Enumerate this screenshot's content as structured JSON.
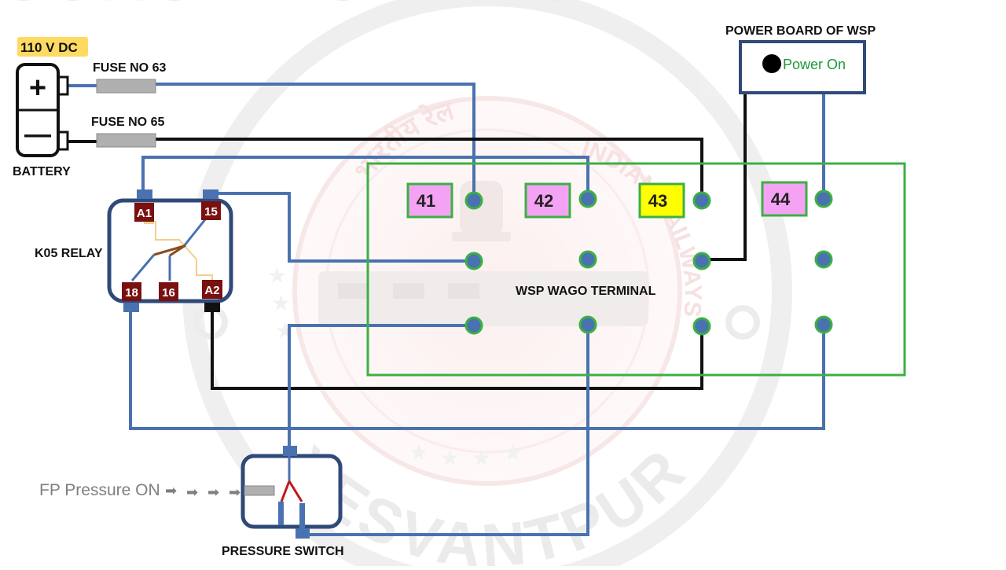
{
  "watermark": {
    "top_text": "COACHING DEPOT",
    "bottom_text": "YESVANTPUR",
    "inner_hindi": "भारतीय रेल",
    "inner_english": "INDIAN RAILWAYS"
  },
  "battery": {
    "voltage": "110 V DC",
    "label": "BATTERY",
    "plus_symbol": "+",
    "minus_symbol": "—"
  },
  "fuses": [
    {
      "label": "FUSE NO 63"
    },
    {
      "label": "FUSE NO 65"
    }
  ],
  "power_board": {
    "title": "POWER BOARD OF WSP",
    "status": "Power On"
  },
  "relay": {
    "label": "K05 RELAY",
    "pins": [
      "A1",
      "15",
      "18",
      "16",
      "A2"
    ]
  },
  "wago": {
    "label": "WSP WAGO TERMINAL",
    "terminals": [
      "41",
      "42",
      "43",
      "44"
    ]
  },
  "pressure_switch": {
    "label": "PRESSURE SWITCH",
    "input": "FP Pressure ON"
  },
  "colors": {
    "wire_blue": "#4a72b0",
    "wire_black": "#111111",
    "terminal_green": "#3cb043",
    "terminal_box_pink": "#f4a3f4",
    "terminal_box_yellow": "#ffff00",
    "relay_pin": "#7a1010",
    "power_on_text": "#1c9a3a",
    "voltage_highlight": "#ffd447"
  }
}
